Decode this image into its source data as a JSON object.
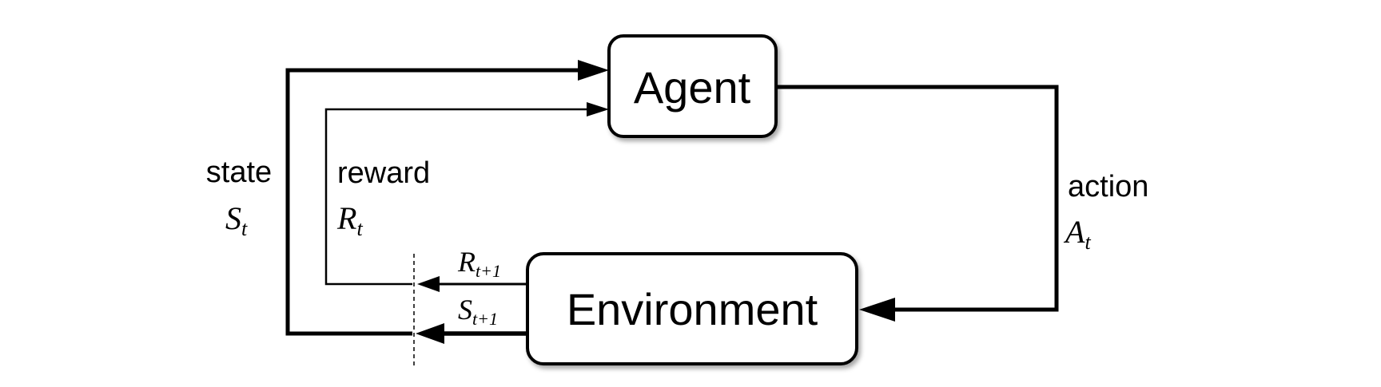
{
  "agent": {
    "label": "Agent"
  },
  "environment": {
    "label": "Environment"
  },
  "state": {
    "label": "state",
    "symbol": "S",
    "subscript": "t"
  },
  "reward": {
    "label": "reward",
    "symbol": "R",
    "subscript": "t"
  },
  "action": {
    "label": "action",
    "symbol": "A",
    "subscript": "t"
  },
  "next_reward": {
    "symbol": "R",
    "subscript": "t+1"
  },
  "next_state": {
    "symbol": "S",
    "subscript": "t+1"
  }
}
